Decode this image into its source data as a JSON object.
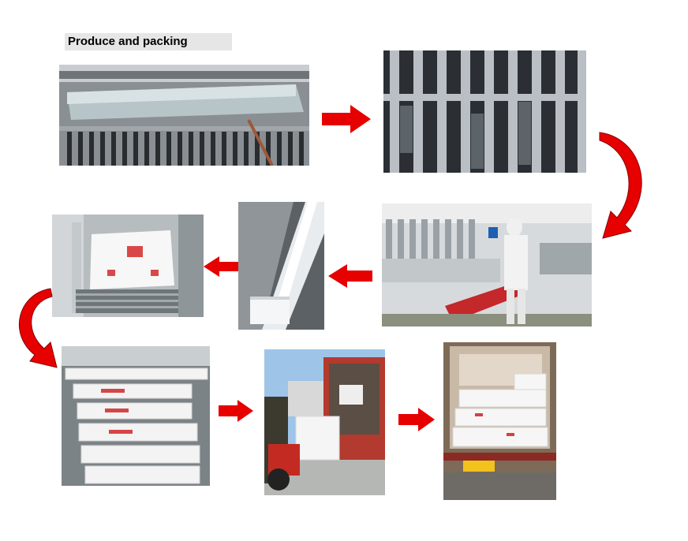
{
  "heading": "Produce and packing",
  "photos": [
    {
      "name": "photo-ice-grid-machine",
      "icon": "machine-grid-photo"
    },
    {
      "name": "photo-grid-closeup",
      "icon": "grid-closeup-photo"
    },
    {
      "name": "photo-filter-press-worker",
      "icon": "factory-worker-photo"
    },
    {
      "name": "photo-conveyor-belt",
      "icon": "conveyor-photo"
    },
    {
      "name": "photo-bag-filling",
      "icon": "bag-filling-photo"
    },
    {
      "name": "photo-stacked-bags-warehouse",
      "icon": "warehouse-bags-photo"
    },
    {
      "name": "photo-forklift-loading",
      "icon": "forklift-photo"
    },
    {
      "name": "photo-loaded-container",
      "icon": "container-photo"
    }
  ],
  "colors": {
    "arrow_red": "#e60000",
    "heading_bg": "#e6e6e6"
  }
}
